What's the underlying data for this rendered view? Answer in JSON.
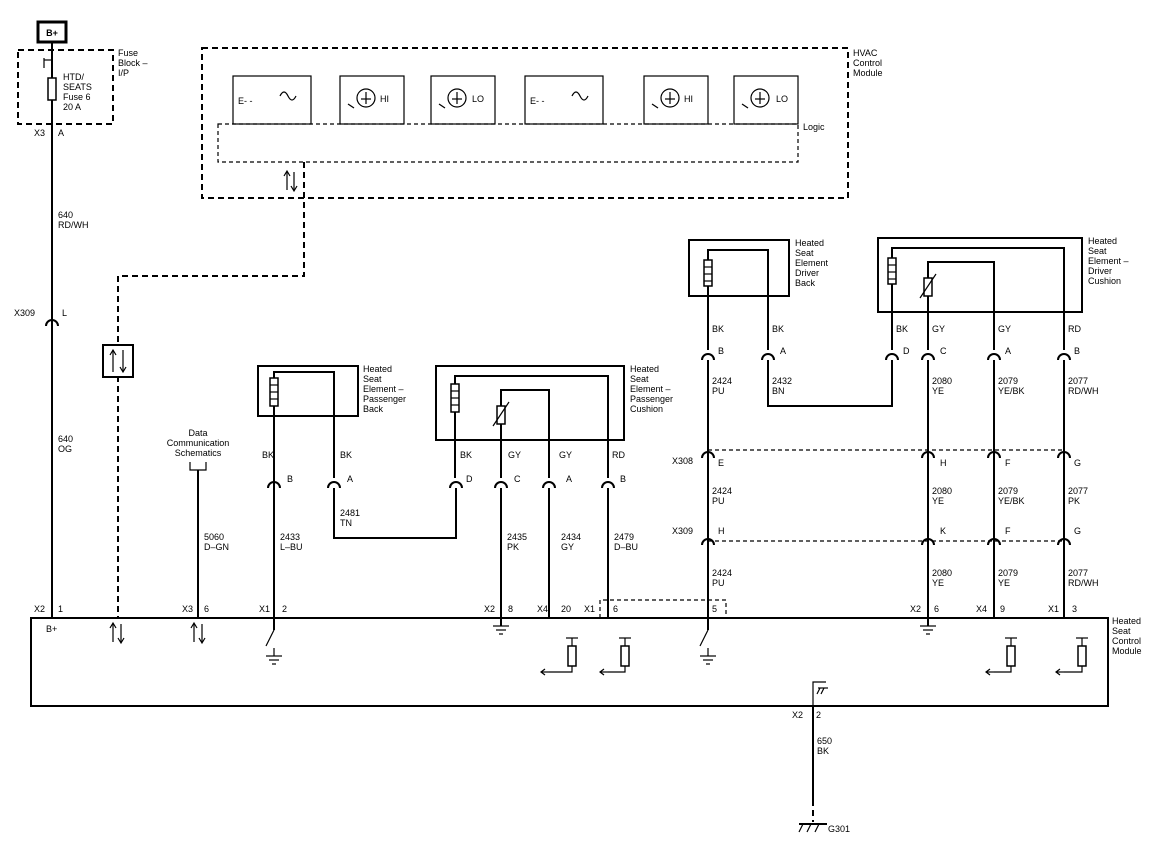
{
  "power": {
    "label": "B+"
  },
  "fuse_block": {
    "name": "Fuse Block – I/P",
    "line1": "Fuse",
    "line2": "Block –",
    "line3": "I/P",
    "fuse_l1": "HTD/",
    "fuse_l2": "SEATS",
    "fuse_l3": "Fuse 6",
    "fuse_l4": "20 A",
    "conn": "X3",
    "pin": "A"
  },
  "hvac": {
    "l1": "HVAC",
    "l2": "Control",
    "l3": "Module",
    "logic": "Logic",
    "hi": "HI",
    "lo": "LO"
  },
  "wire_640_rdwh": {
    "num": "640",
    "color": "RD/WH"
  },
  "wire_640_og": {
    "num": "640",
    "color": "OG"
  },
  "x309_left": {
    "conn": "X309",
    "pin": "L"
  },
  "data_comm": {
    "l1": "Data",
    "l2": "Communication",
    "l3": "Schematics"
  },
  "wire_5060": {
    "num": "5060",
    "color": "D–GN"
  },
  "pass_back": {
    "l1": "Heated",
    "l2": "Seat",
    "l3": "Element –",
    "l4": "Passenger",
    "l5": "Back"
  },
  "pass_cush": {
    "l1": "Heated",
    "l2": "Seat",
    "l3": "Element –",
    "l4": "Passenger",
    "l5": "Cushion"
  },
  "drv_back": {
    "l1": "Heated",
    "l2": "Seat",
    "l3": "Element",
    "l4": "Driver",
    "l5": "Back"
  },
  "drv_cush": {
    "l1": "Heated",
    "l2": "Seat",
    "l3": "Element –",
    "l4": "Driver",
    "l5": "Cushion"
  },
  "colors": {
    "bk": "BK",
    "gy": "GY",
    "rd": "RD"
  },
  "pins": {
    "a": "A",
    "b": "B",
    "c": "C",
    "d": "D",
    "e": "E",
    "f": "F",
    "g": "G",
    "h": "H",
    "k": "K"
  },
  "wires": {
    "w2433": {
      "num": "2433",
      "color": "L–BU"
    },
    "w2481": {
      "num": "2481",
      "color": "TN"
    },
    "w2435": {
      "num": "2435",
      "color": "PK"
    },
    "w2434": {
      "num": "2434",
      "color": "GY"
    },
    "w2479": {
      "num": "2479",
      "color": "D–BU"
    },
    "w2424": {
      "num": "2424",
      "color": "PU"
    },
    "w2432": {
      "num": "2432",
      "color": "BN"
    },
    "w2080": {
      "num": "2080",
      "color": "YE"
    },
    "w2079a": {
      "num": "2079",
      "color": "YE/BK"
    },
    "w2079b": {
      "num": "2079",
      "color": "YE"
    },
    "w2077a": {
      "num": "2077",
      "color": "RD/WH"
    },
    "w2077b": {
      "num": "2077",
      "color": "PK"
    },
    "w650": {
      "num": "650",
      "color": "BK"
    }
  },
  "inline": {
    "x308": "X308",
    "x309": "X309"
  },
  "module_conns": {
    "x2_1": {
      "conn": "X2",
      "pin": "1"
    },
    "x3_6": {
      "conn": "X3",
      "pin": "6"
    },
    "x1_2": {
      "conn": "X1",
      "pin": "2"
    },
    "x2_8": {
      "conn": "X2",
      "pin": "8"
    },
    "x4_20": {
      "conn": "X4",
      "pin": "20"
    },
    "x1_6": {
      "conn": "X1",
      "pin": "6"
    },
    "p5": {
      "pin": "5"
    },
    "x2_6": {
      "conn": "X2",
      "pin": "6"
    },
    "x4_9": {
      "conn": "X4",
      "pin": "9"
    },
    "x1_3": {
      "conn": "X1",
      "pin": "3"
    },
    "x2_2": {
      "conn": "X2",
      "pin": "2"
    }
  },
  "hscm": {
    "l1": "Heated",
    "l2": "Seat",
    "l3": "Control",
    "l4": "Module",
    "bplus": "B+"
  },
  "ground": {
    "label": "G301"
  }
}
